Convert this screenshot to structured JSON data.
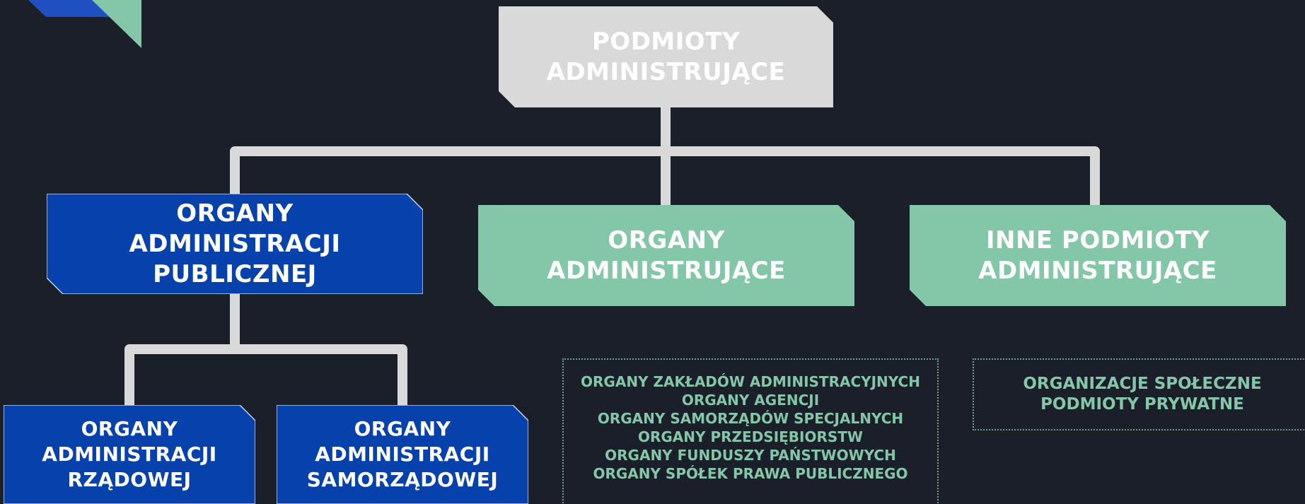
{
  "colors": {
    "background": "#1b1f29",
    "connector": "#d9d9d9",
    "root_fill": "#d9d9d9",
    "blue_fill": "#0641ac",
    "green_fill": "#84c6a8",
    "green_text": "#85c6a8",
    "logo_blue": "#1f4fc1",
    "logo_green": "#84c6a8"
  },
  "logo": {
    "icon": "corner-logo-icon"
  },
  "root": {
    "label": "PODMIOTY\nADMINISTRUJĄCE"
  },
  "level1": [
    {
      "label": "ORGANY\nADMINISTRACJI\nPUBLICZNEJ",
      "color": "blue"
    },
    {
      "label": "ORGANY\nADMINISTRUJĄCE",
      "color": "green"
    },
    {
      "label": "INNE PODMIOTY\nADMINISTRUJĄCE",
      "color": "green"
    }
  ],
  "level2": [
    {
      "label": "ORGANY\nADMINISTRACJI\nRZĄDOWEJ",
      "color": "blue"
    },
    {
      "label": "ORGANY\nADMINISTRACJI\nSAMORZĄDOWEJ",
      "color": "blue"
    }
  ],
  "lists": {
    "organy_administrujace": [
      "ORGANY ZAKŁADÓW ADMINISTRACYJNYCH",
      "ORGANY AGENCJI",
      "ORGANY SAMORZĄDÓW SPECJALNYCH",
      "ORGANY PRZEDSIĘBIORSTW",
      "ORGANY FUNDUSZY PAŃSTWOWYCH",
      "ORGANY SPÓŁEK PRAWA PUBLICZNEGO"
    ],
    "inne_podmioty": [
      "ORGANIZACJE SPOŁECZNE",
      "PODMIOTY PRYWATNE"
    ]
  }
}
